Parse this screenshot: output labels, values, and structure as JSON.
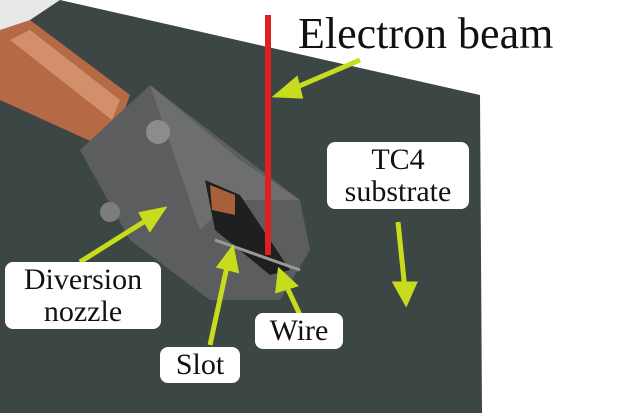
{
  "labels": {
    "electron_beam": "Electron beam",
    "substrate_line1": "TC4",
    "substrate_line2": "substrate",
    "nozzle_line1": "Diversion",
    "nozzle_line2": "nozzle",
    "slot": "Slot",
    "wire": "Wire"
  },
  "colors": {
    "beam": "#e02020",
    "arrow": "#c8dc1e",
    "substrate": "#3c4644"
  }
}
